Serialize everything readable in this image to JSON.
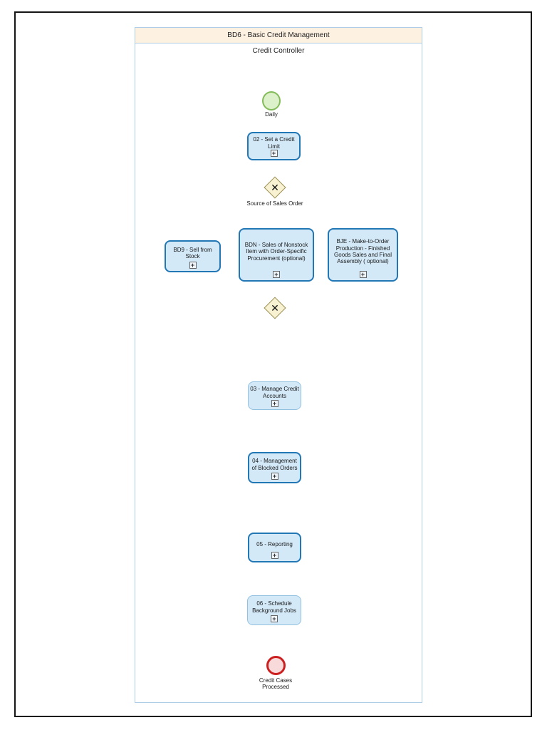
{
  "frame": {
    "title": "BD6 - Basic Credit Management",
    "lane": "Credit Controller"
  },
  "colors": {
    "pool_header_bg": "#fdf1e2",
    "pool_border": "#aecbe8",
    "task_fill": "#d3e9f8",
    "task_border_thick": "#2277b5",
    "task_border_thin": "#93c1e0",
    "gateway_fill": "#f9f2d2",
    "gateway_border": "#998f55",
    "flow_line": "#7db6d9",
    "arrowhead": "#2e7cb8",
    "start_event_fill": "#dcf0ca",
    "start_event_border": "#82bb58",
    "end_event_fill": "#f9dada",
    "end_event_border": "#cc2020",
    "frame_border": "#151515"
  },
  "icons": {
    "gateway_x": "✕",
    "subprocess_plus": "+"
  },
  "nodes": {
    "start": {
      "label": "Daily"
    },
    "task02": {
      "label": "02 - Set a Credit Limit"
    },
    "gateway1": {
      "label": "Source of Sales Order"
    },
    "bd9": {
      "label": "BD9 - Sell from Stock"
    },
    "bdn": {
      "label": "BDN - Sales of Nonstock Item with Order-Specific Procurement (optional)"
    },
    "bje": {
      "label": "BJE - Make-to-Order Production - Finished Goods Sales and Final Assembly ( optional)"
    },
    "task03": {
      "label": "03 - Manage Credit Accounts"
    },
    "task04": {
      "label": "04 - Management of Blocked Orders"
    },
    "task05": {
      "label": "05 - Reporting"
    },
    "task06": {
      "label": "06 - Schedule Background Jobs"
    },
    "end": {
      "label": "Credit Cases Processed"
    }
  }
}
